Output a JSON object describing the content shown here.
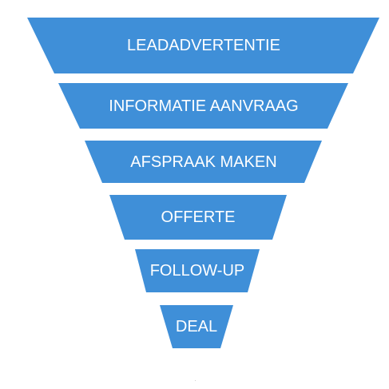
{
  "funnel": {
    "stages": [
      {
        "label": "LEADADVERTENTIE"
      },
      {
        "label": "INFORMATIE AANVRAAG"
      },
      {
        "label": "AFSPRAAK MAKEN"
      },
      {
        "label": "OFFERTE"
      },
      {
        "label": "FOLLOW-UP"
      },
      {
        "label": "DEAL"
      }
    ],
    "color": "#3f8fd8",
    "text_color": "#ffffff"
  }
}
